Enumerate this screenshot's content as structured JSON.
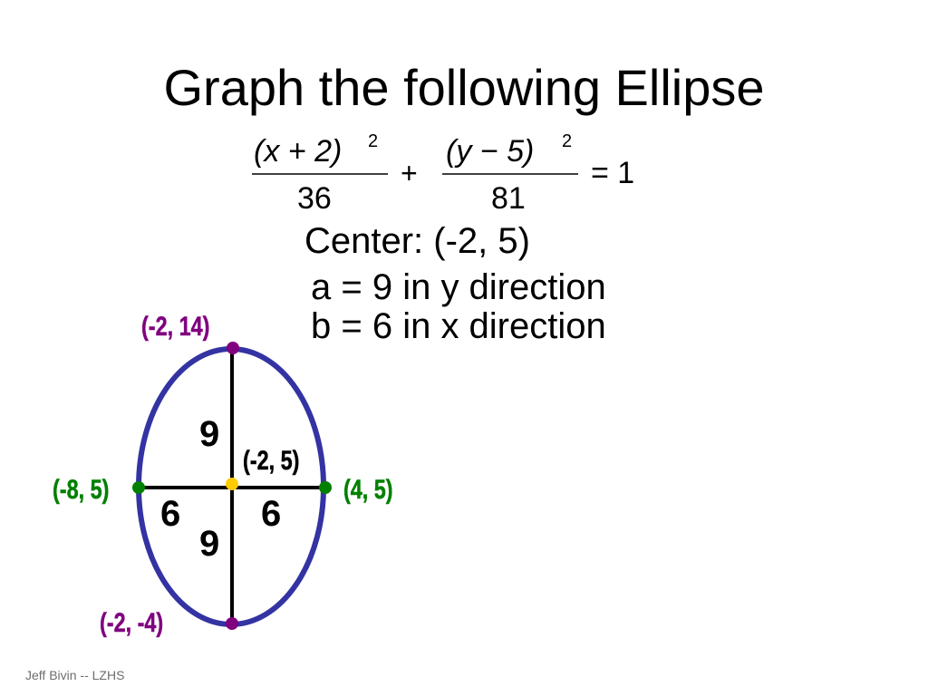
{
  "title": "Graph the following Ellipse",
  "equation": {
    "term1_numerator": "(x + 2)",
    "term1_exponent": "2",
    "term1_denominator": "36",
    "plus": "+",
    "term2_numerator": "(y − 5)",
    "term2_exponent": "2",
    "term2_denominator": "81",
    "rhs": "= 1"
  },
  "info": {
    "center": "Center:  (-2, 5)",
    "a_line": "a = 9   in y direction",
    "b_line": "b = 6   in x direction"
  },
  "graph": {
    "vertex_top": "(-2, 14)",
    "vertex_bottom": "(-2, -4)",
    "covertex_left": "(-8, 5)",
    "covertex_right": "(4, 5)",
    "center_label": "(-2, 5)",
    "a_upper": "9",
    "a_lower": "9",
    "b_left": "6",
    "b_right": "6",
    "colors": {
      "ellipse": "#3333a3",
      "vertex": "#800080",
      "covertex": "#008000",
      "center": "#ffcc00",
      "vertex_label": "#800080",
      "covertex_label": "#008000"
    }
  },
  "footer": "Jeff Bivin -- LZHS"
}
